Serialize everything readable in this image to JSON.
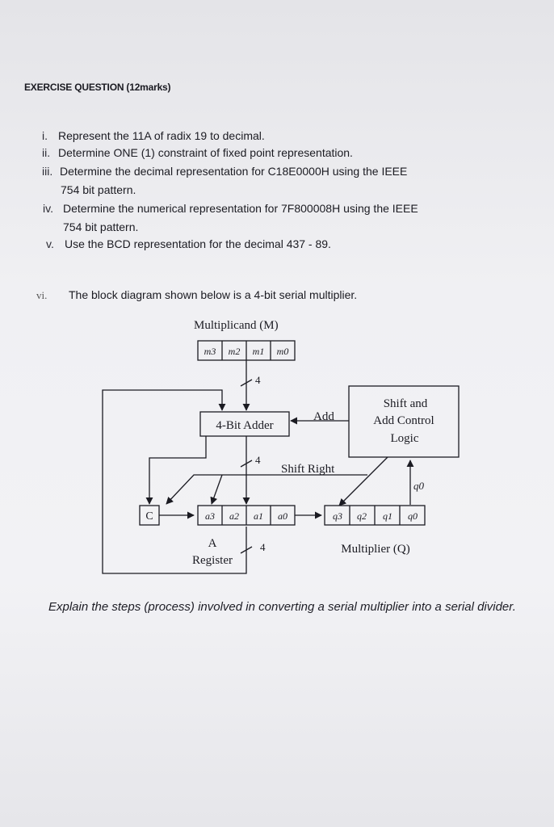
{
  "heading": "EXERCISE QUESTION (12marks)",
  "questions": [
    {
      "num": "i.",
      "lines": [
        "Represent the 11A of radix 19 to decimal."
      ]
    },
    {
      "num": "ii.",
      "lines": [
        "Determine ONE (1) constraint of fixed point representation."
      ]
    },
    {
      "num": "iii.",
      "lines": [
        "Determine the decimal representation for C18E0000H using the IEEE",
        "754 bit pattern."
      ]
    },
    {
      "num": "iv.",
      "lines": [
        "Determine the numerical representation for 7F800008H using the IEEE",
        "754 bit pattern."
      ]
    },
    {
      "num": "v.",
      "lines": [
        "Use the BCD representation for the decimal 437 - 89."
      ]
    },
    {
      "num": "vi.",
      "lines": [
        "The block diagram shown below is a 4-bit serial multiplier."
      ]
    }
  ],
  "diagram": {
    "multiplicand_label": "Multiplicand (M)",
    "m_cells": [
      "m3",
      "m2",
      "m1",
      "m0"
    ],
    "adder_label": "4-Bit Adder",
    "add_label": "Add",
    "control_lines": [
      "Shift and",
      "Add Control",
      "Logic"
    ],
    "bus_width_label": "4",
    "shift_right_label": "Shift Right",
    "q0_feedback_label": "q0",
    "c_label": "C",
    "a_cells": [
      "a3",
      "a2",
      "a1",
      "a0"
    ],
    "q_cells": [
      "q3",
      "q2",
      "q1",
      "q0"
    ],
    "a_register_lines": [
      "A",
      "Register"
    ],
    "multiplier_label": "Multiplier (Q)"
  },
  "explain_text": "Explain the steps (process) involved in converting a serial multiplier into a serial divider."
}
